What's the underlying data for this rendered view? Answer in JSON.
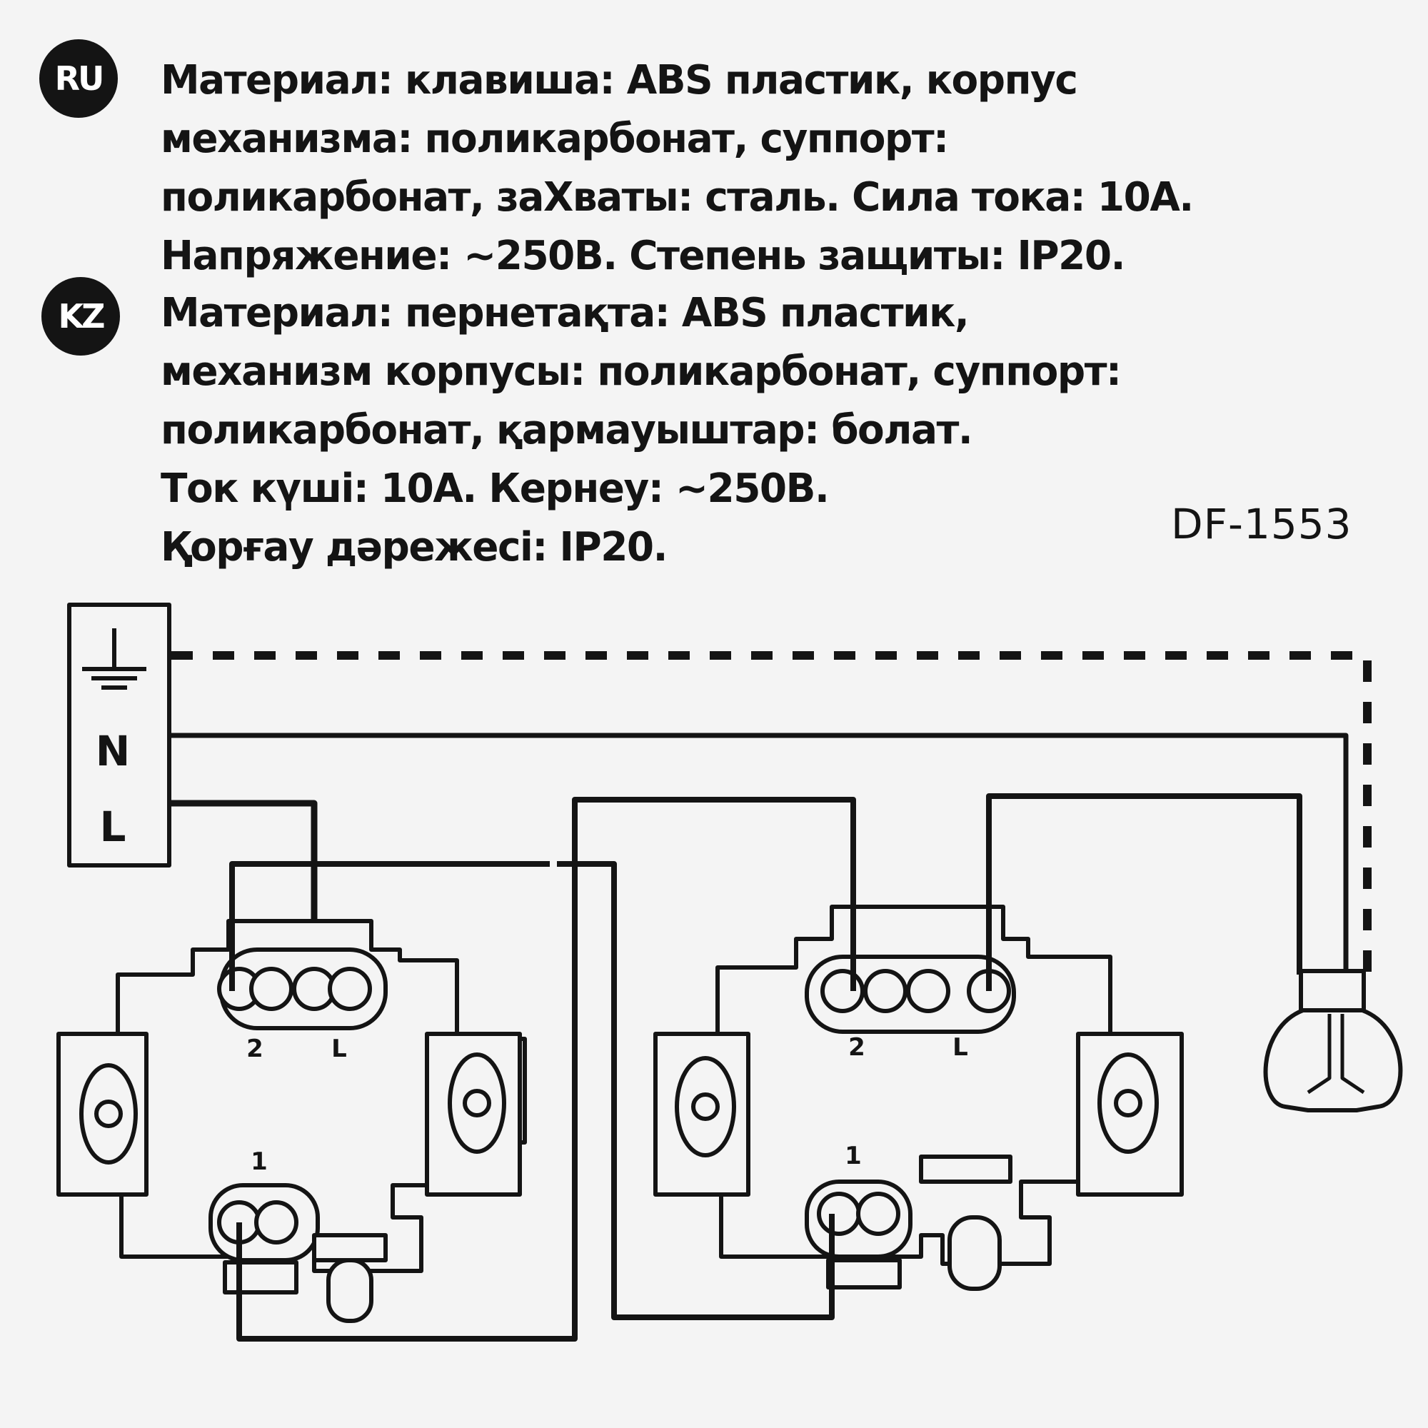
{
  "ru": {
    "badge": "RU",
    "lines": [
      "Материал: клавиша: ABS пластик, корпус",
      "механизма: поликарбонат, суппорт:",
      "поликарбонат, заХваты: сталь. Сила тока: 10А.",
      "Напряжение: ~250В. Степень защиты: IP20."
    ]
  },
  "kz": {
    "badge": "KZ",
    "lines": [
      "Материал: пернетақта: ABS пластик,",
      "механизм корпусы: поликарбонат, суппорт:",
      "поликарбонат, қармауыштар: болат.",
      "Ток күші: 10А. Кернеу: ~250В.",
      "Қорғау дәрежесі: IP20."
    ]
  },
  "model_code": "DF-1553",
  "diagram": {
    "supply_labels": {
      "neutral": "N",
      "line": "L"
    },
    "switch_left": {
      "terminal_2": "2",
      "terminal_l": "L",
      "terminal_1": "1"
    },
    "switch_right": {
      "terminal_2": "2",
      "terminal_l": "L",
      "terminal_1": "1"
    },
    "ground_icon": "ground-icon",
    "lamp_icon": "light-bulb-icon"
  }
}
